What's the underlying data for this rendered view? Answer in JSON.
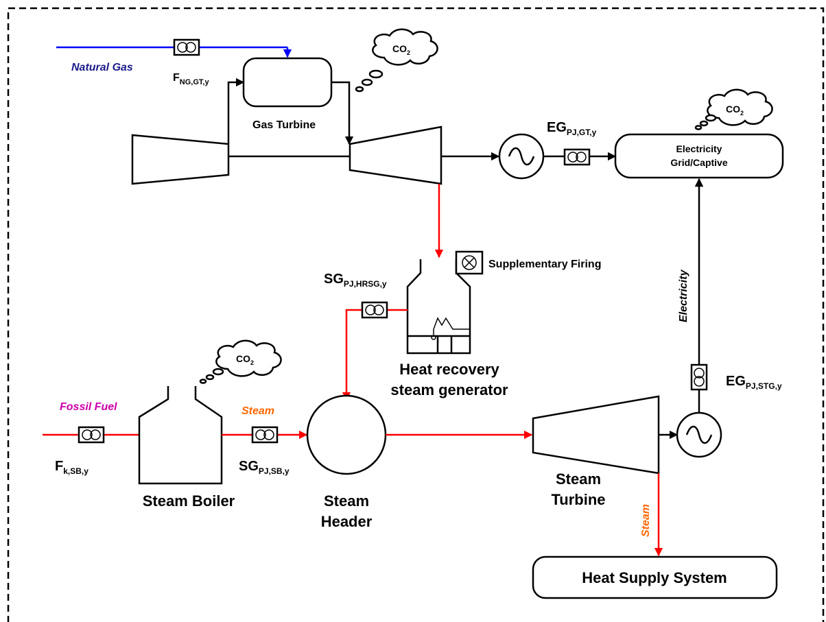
{
  "labels": {
    "natural_gas": "Natural Gas",
    "gas_turbine": "Gas Turbine",
    "co2": "CO",
    "co2_sub": "2",
    "f_ng": {
      "main": "F",
      "sub": "NG,GT,y"
    },
    "eg_gt": {
      "main": "EG",
      "sub": "PJ,GT,y"
    },
    "electricity_grid_line1": "Electricity",
    "electricity_grid_line2": "Grid/Captive",
    "supplementary_firing": "Supplementary Firing",
    "sg_hrsg": {
      "main": "SG",
      "sub": "PJ,HRSG,y"
    },
    "hrsg_line1": "Heat recovery",
    "hrsg_line2": "steam generator",
    "electricity_vertical": "Electricity",
    "eg_stg": {
      "main": "EG",
      "sub": "PJ,STG,y"
    },
    "fossil_fuel": "Fossil Fuel",
    "steam_top": "Steam",
    "f_k": {
      "main": "F",
      "sub": "k,SB,y"
    },
    "sg_sb": {
      "main": "SG",
      "sub": "PJ,SB,y"
    },
    "steam_boiler": "Steam Boiler",
    "steam_header_line1": "Steam",
    "steam_header_line2": "Header",
    "steam_turbine_line1": "Steam",
    "steam_turbine_line2": "Turbine",
    "steam_vertical": "Steam",
    "heat_supply_system": "Heat Supply System"
  },
  "colors": {
    "natural_gas_line": "#0000ff",
    "natural_gas_text": "#1a1a8c",
    "steam_line": "#ff0000",
    "fossil_fuel_text": "#cc00aa",
    "steam_text": "#ff6600",
    "border": "#000000"
  },
  "icons": {
    "meter": "flow-meter-icon",
    "generator": "ac-generator-icon",
    "co2_cloud": "thought-cloud-icon",
    "burner": "burner-cross-icon"
  }
}
